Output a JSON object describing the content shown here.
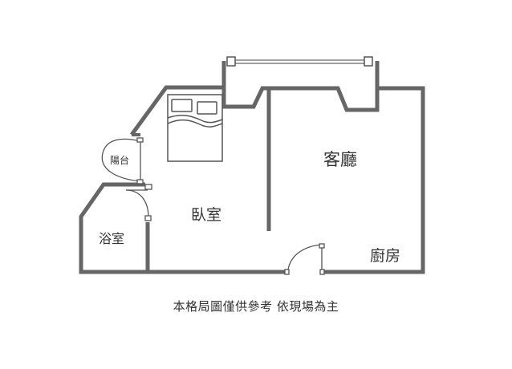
{
  "rooms": {
    "living": "客廳",
    "bedroom": "臥室",
    "kitchen": "廚房",
    "bathroom": "浴室",
    "balcony": "陽台"
  },
  "note": "本格局圖僅供參考  依現場為主",
  "colors": {
    "wall": "#666666",
    "fixture": "#555555",
    "text": "#333333",
    "background": "#ffffff"
  }
}
